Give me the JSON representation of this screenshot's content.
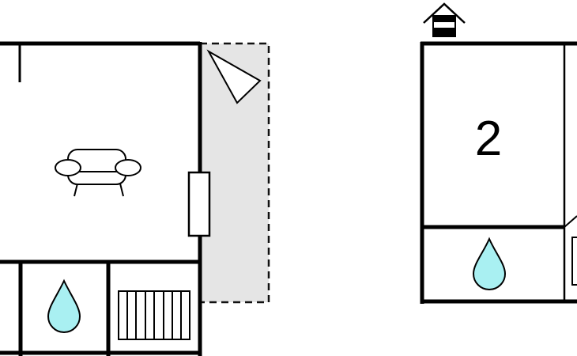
{
  "floor_plan": {
    "rooms": [
      {
        "id": "living-room",
        "symbol": "sofa-icon"
      },
      {
        "id": "bathroom",
        "symbol": "water-drop-icon"
      },
      {
        "id": "heater-room",
        "symbol": "radiator-icon"
      },
      {
        "id": "bedroom",
        "label": "2"
      },
      {
        "id": "bathroom-2",
        "symbol": "water-drop-icon"
      }
    ],
    "terrace": {
      "fill": "gray",
      "border": "dashed",
      "symbol": "parasol-icon"
    },
    "entrance": {
      "symbol": "house-entrance-icon"
    },
    "colors": {
      "wall": "#000000",
      "terrace_fill": "#e5e5e5",
      "terrace_border": "#111111",
      "water": "#a9f0f2",
      "background": "#ffffff"
    }
  }
}
